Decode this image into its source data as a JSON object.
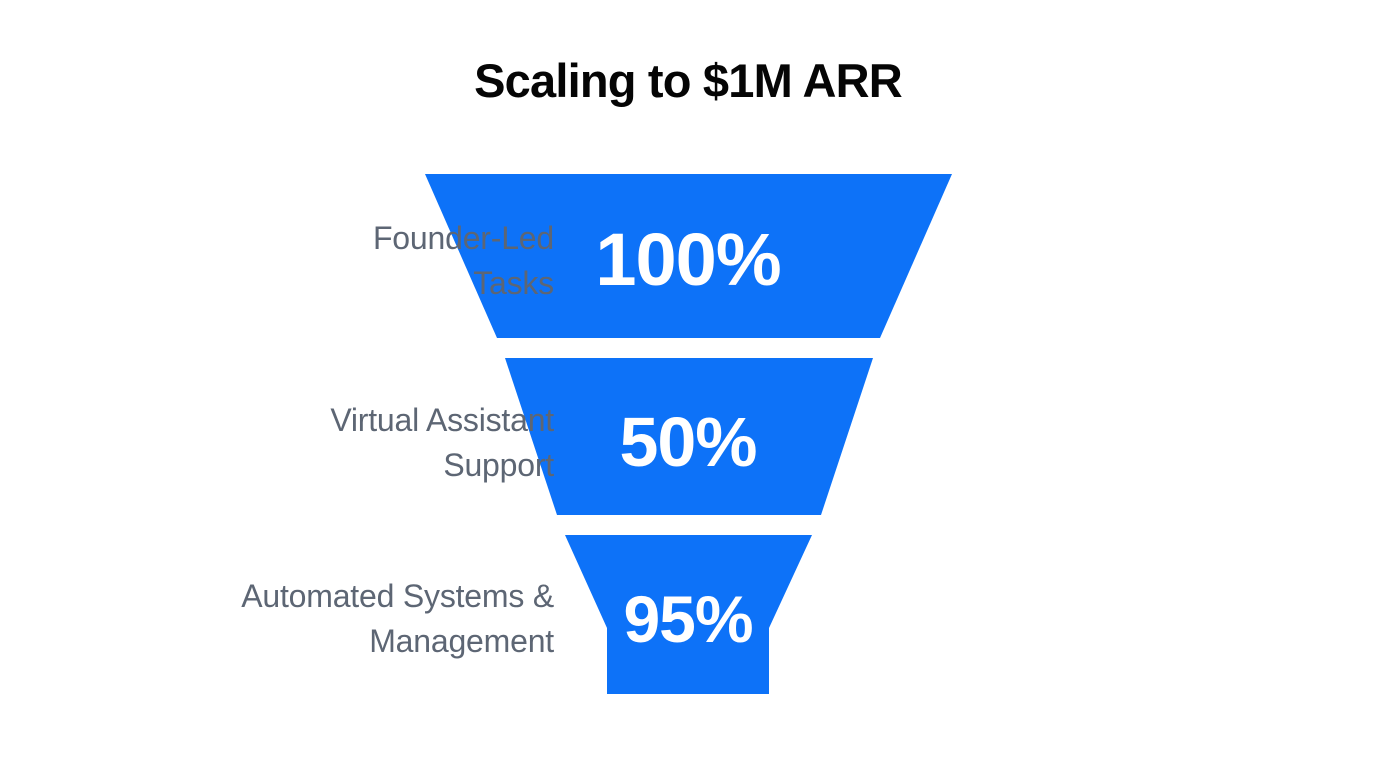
{
  "title": "Scaling to $1M ARR",
  "background_color": "#ffffff",
  "colors": {
    "funnel_blue": "#0d72f8",
    "label_gray": "#5d6674",
    "title_black": "#050505",
    "value_white": "#ffffff"
  },
  "chart_data": {
    "type": "bar",
    "chart_subtype": "funnel",
    "title": "Scaling to $1M ARR",
    "xlabel": "",
    "ylabel": "",
    "categories": [
      "Founder-Led Tasks",
      "Virtual Assistant Support",
      "Automated Systems & Management"
    ],
    "values": [
      100,
      50,
      95
    ],
    "value_labels": [
      "100%",
      "50%",
      "95%"
    ],
    "units": "percent",
    "ylim": [
      0,
      100
    ],
    "grid": false,
    "legend": "none",
    "stages": [
      {
        "label": "Founder-Led Tasks",
        "label_lines": [
          "Founder-Led",
          "Tasks"
        ],
        "value": 100,
        "value_label": "100%"
      },
      {
        "label": "Virtual Assistant Support",
        "label_lines": [
          "Virtual Assistant",
          "Support"
        ],
        "value": 50,
        "value_label": "50%"
      },
      {
        "label": "Automated Systems & Management",
        "label_lines": [
          "Automated Systems &",
          "Management"
        ],
        "value": 95,
        "value_label": "95%"
      }
    ]
  }
}
